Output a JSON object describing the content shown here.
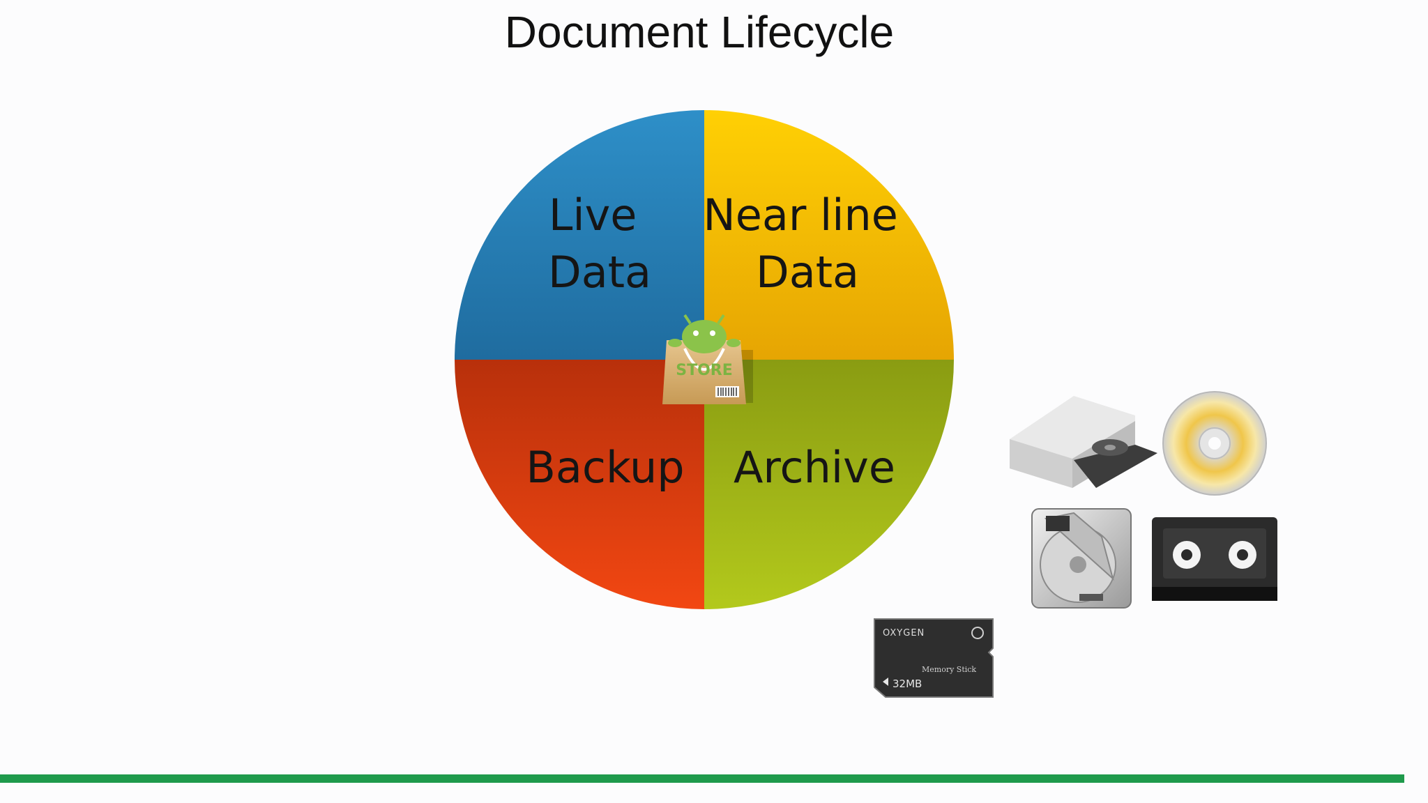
{
  "slide": {
    "title": "Document Lifecycle"
  },
  "lifecycle_diagram": {
    "segments": [
      {
        "name": "live",
        "label_lines": [
          "Live",
          "Data"
        ],
        "color_top": "#2e8fc8",
        "color_bottom": "#1f6c9f"
      },
      {
        "name": "near-line",
        "label_lines": [
          "Near line",
          "Data"
        ],
        "color_top": "#ffd004",
        "color_bottom": "#e6a503"
      },
      {
        "name": "backup",
        "label_lines": [
          "Backup"
        ],
        "color_top": "#b8300b",
        "color_bottom": "#f24712"
      },
      {
        "name": "archive",
        "label_lines": [
          "Archive"
        ],
        "color_top": "#8a9c12",
        "color_bottom": "#b3c91c"
      }
    ],
    "center_icon": {
      "icon": "android-store-bag-icon",
      "text": "STORE"
    }
  },
  "storage_media": {
    "items": [
      {
        "icon": "optical-drive-icon"
      },
      {
        "icon": "cd-disc-icon"
      },
      {
        "icon": "hard-disk-drive-icon"
      },
      {
        "icon": "tape-cassette-icon"
      },
      {
        "icon": "memory-stick-icon",
        "brand": "OXYGEN",
        "product": "Memory Stick",
        "capacity": "32MB"
      }
    ]
  },
  "colors": {
    "background": "#fcfcfd",
    "bottom_rule": "#1f9a4c"
  }
}
